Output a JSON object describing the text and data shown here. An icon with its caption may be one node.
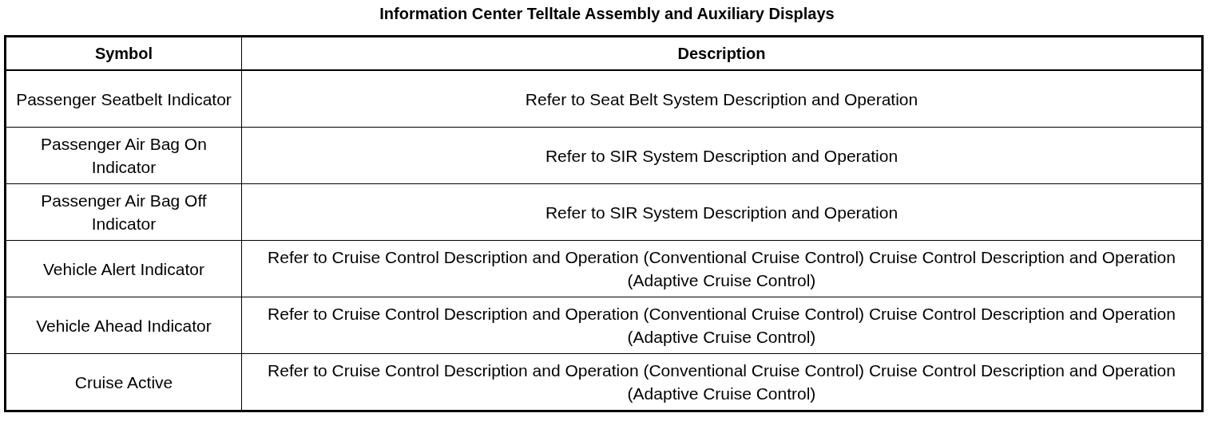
{
  "diagram": {
    "title": "Information Center Telltale Assembly and Auxiliary Displays",
    "labels": [
      "Symbol",
      "Description",
      "Passenger Seatbelt Indicator",
      "Refer to Seat Belt System Description and Operation",
      "Passenger Air Bag On Indicator",
      "Refer to SIR System Description and Operation",
      "Passenger Air Bag Off Indicator",
      "Refer to SIR System Description and Operation",
      "Vehicle Alert Indicator",
      "Refer to Cruise Control Description and Operation (Conventional Cruise Control) Cruise Control Description and Operation (Adaptive Cruise Control)",
      "Vehicle Ahead Indicator",
      "Refer to Cruise Control Description and Operation (Conventional Cruise Control) Cruise Control Description and Operation (Adaptive Cruise Control)",
      "Cruise Active",
      "Refer to Cruise Control Description and Operation (Conventional Cruise Control) Cruise Control Description and Operation (Adaptive Cruise Control)"
    ]
  }
}
